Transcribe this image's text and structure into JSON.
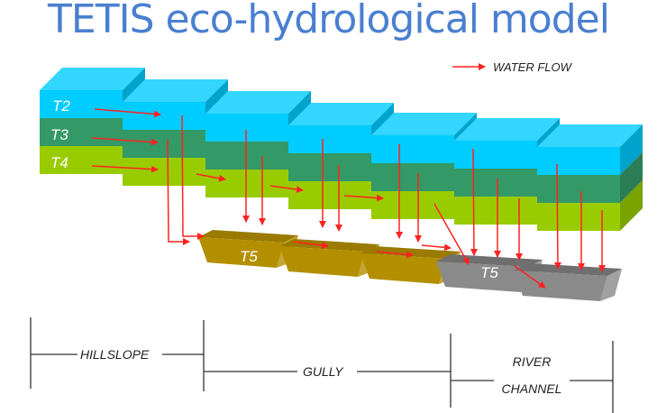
{
  "title": "TETIS eco-hydrological model",
  "legend": {
    "label": "WATER FLOW",
    "icon": "red-arrow-icon",
    "color": "#ff2222"
  },
  "layers": [
    {
      "label": "T2",
      "color": "#00ccff"
    },
    {
      "label": "T3",
      "color": "#339966"
    },
    {
      "label": "T4",
      "color": "#99cc00"
    }
  ],
  "channels": [
    {
      "label": "T5",
      "type": "gully",
      "color": "#b38f00"
    },
    {
      "label": "T5",
      "type": "river",
      "color": "#808080"
    }
  ],
  "scale": {
    "hillslope": "HILLSLOPE",
    "gully": "GULLY",
    "river_line1": "RIVER",
    "river_line2": "CHANNEL"
  },
  "colors": {
    "title": "#4a7fd0",
    "arrow": "#ff2222",
    "cyan": "#00ccff",
    "cyan_top": "#33d6ff",
    "cyan_side": "#00a3cc",
    "green": "#339966",
    "green_side": "#2b7d55",
    "lime": "#99cc00",
    "lime_side": "#7aa300",
    "gully": "#b38f00",
    "gully_top": "#9a7a00",
    "river": "#8a8a8a",
    "river_top": "#6f6f6f"
  }
}
